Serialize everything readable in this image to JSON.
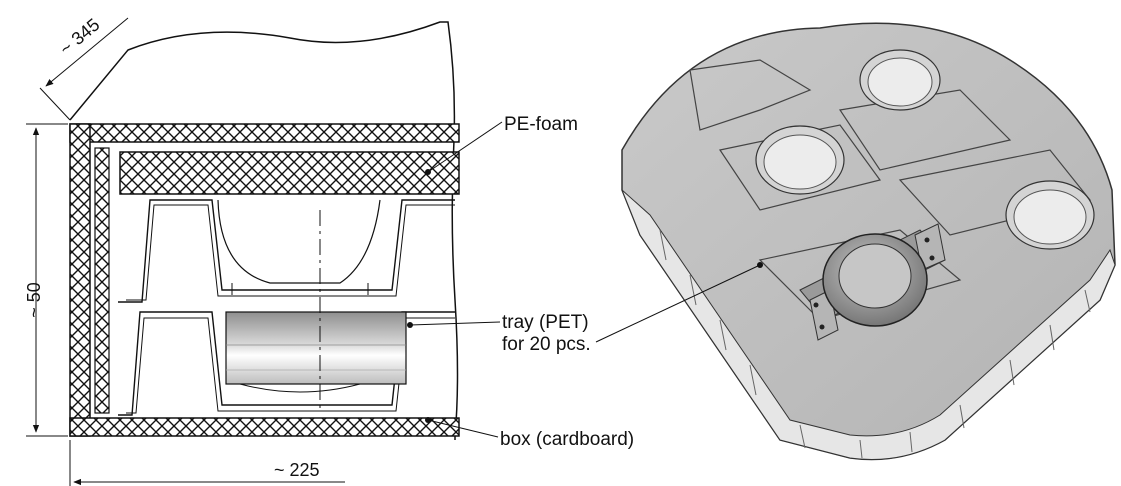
{
  "dimensions": {
    "depth": "~ 345",
    "height": "~ 50",
    "width": "~ 225"
  },
  "callouts": {
    "pe_foam": "PE-foam",
    "tray_line1": "tray (PET)",
    "tray_line2": "for 20 pcs.",
    "box": "box (cardboard)"
  }
}
